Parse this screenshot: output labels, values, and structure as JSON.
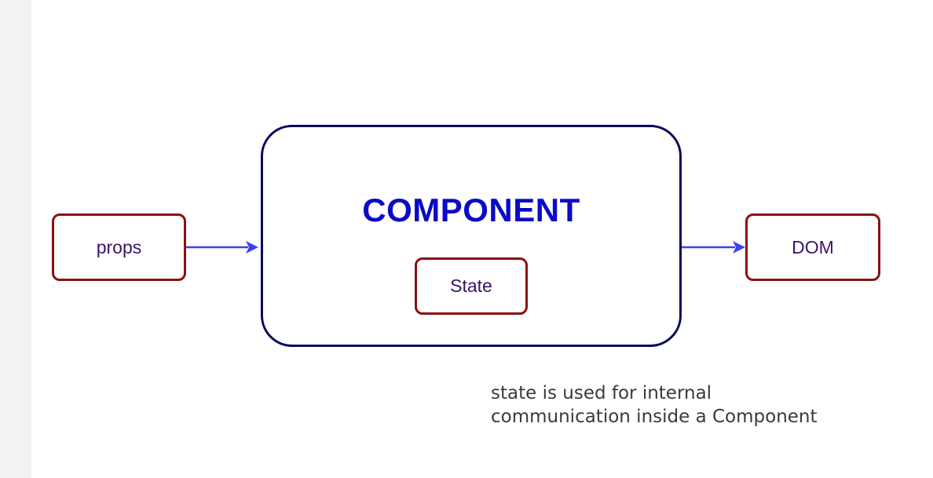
{
  "diagram": {
    "input": {
      "label": "props"
    },
    "component": {
      "title": "COMPONENT",
      "inner": {
        "label": "State"
      }
    },
    "output": {
      "label": "DOM"
    },
    "note": {
      "line1": "state is used for internal",
      "line2": "communication inside a Component"
    },
    "colors": {
      "small_box_border": "#8b1010",
      "component_border": "#0a0a5e",
      "title": "#0a0ac8",
      "arrow": "#3f3ff5",
      "label_text": "#3b1466"
    }
  }
}
